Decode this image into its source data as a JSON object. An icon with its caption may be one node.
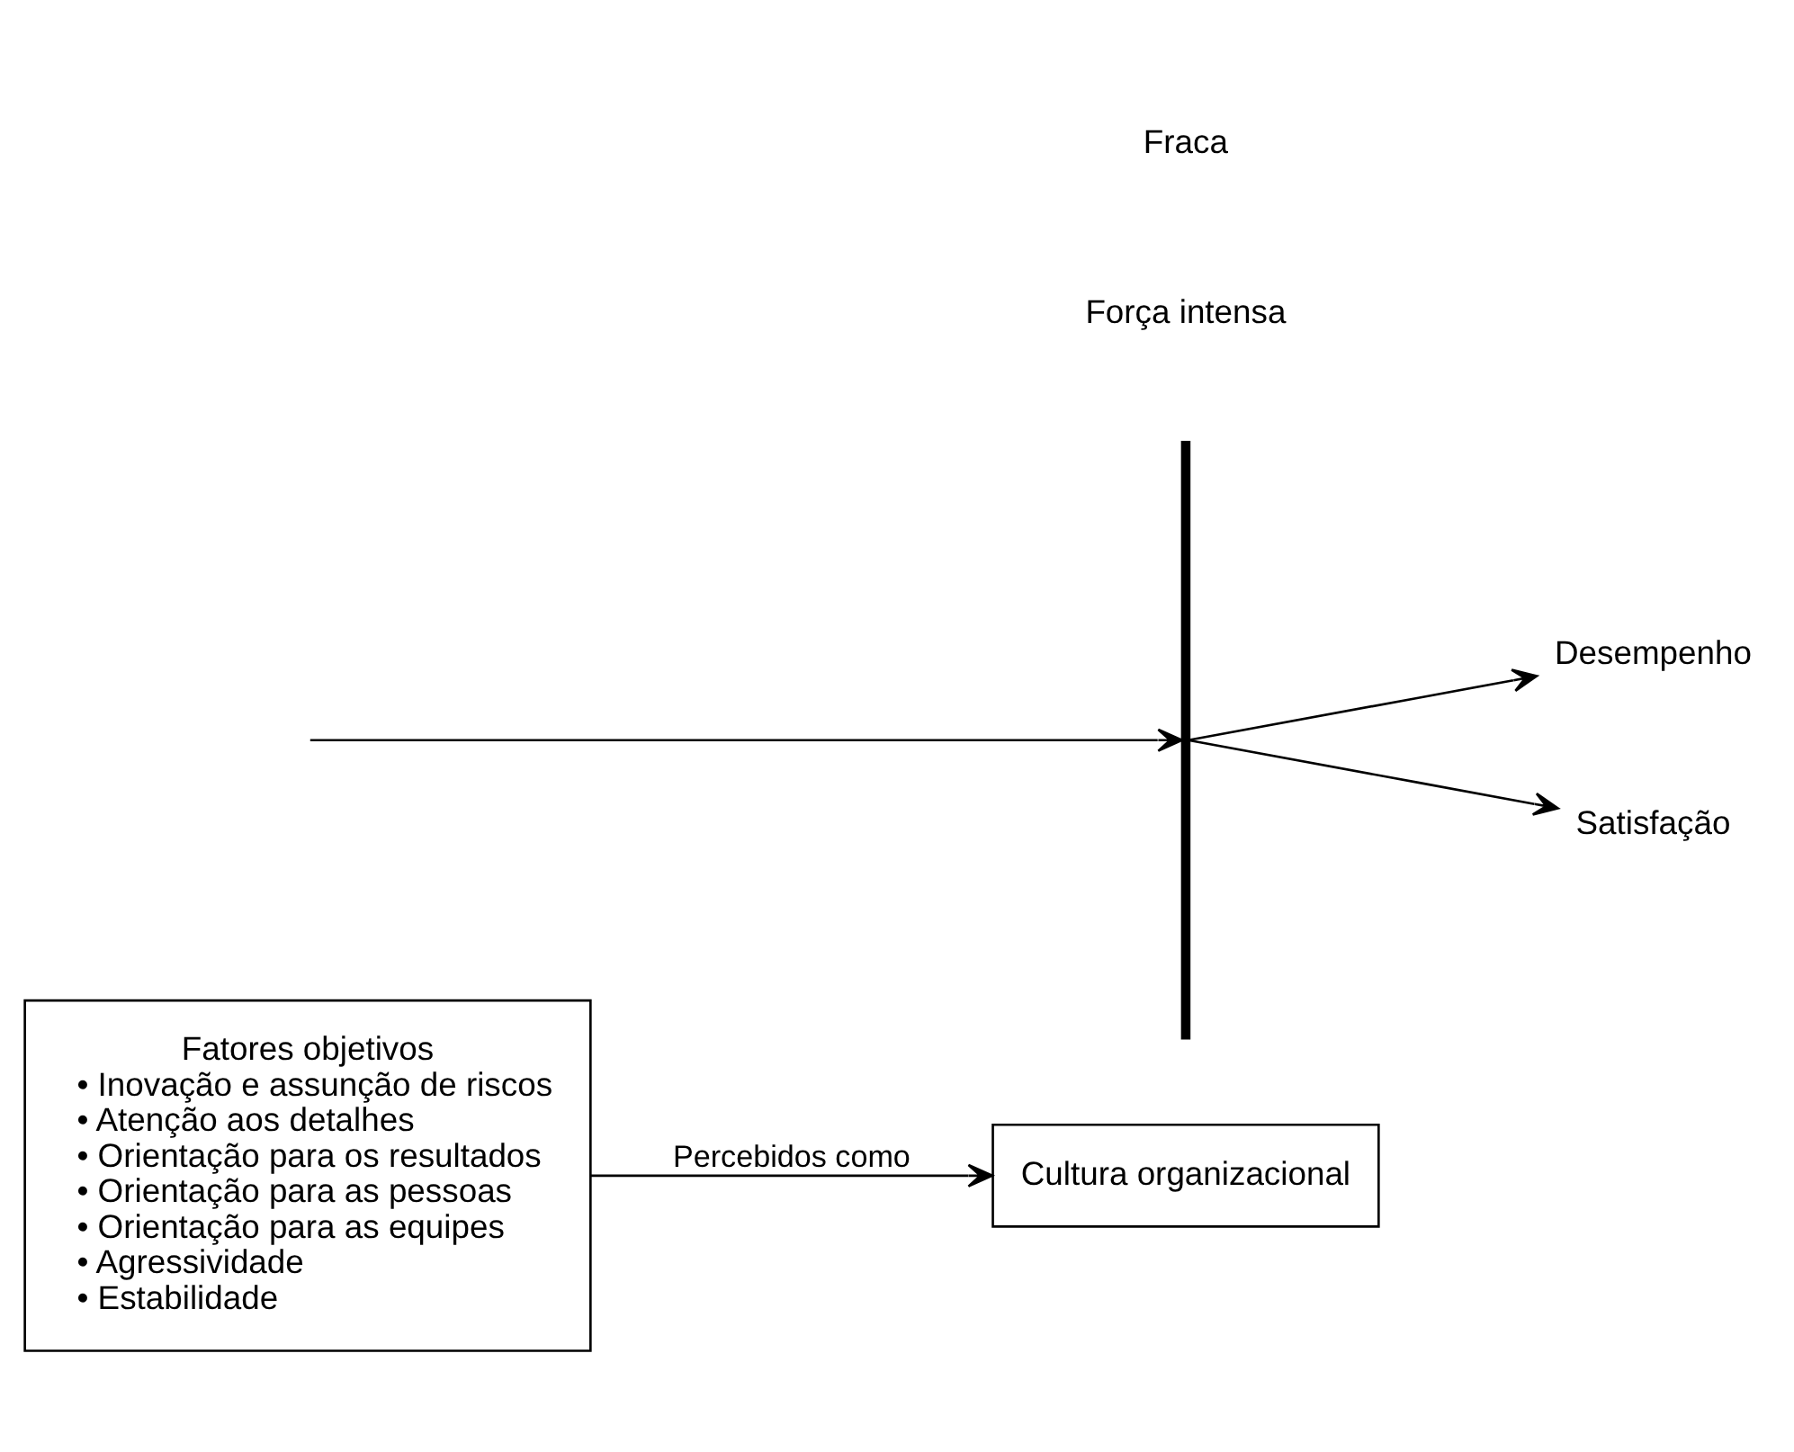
{
  "diagram": {
    "nodes": [
      {
        "text": [
          "Fatores objetivos",
          "• Inovação e assunção de riscos",
          "• Atenção aos detalhes",
          "• Orientação para os resultados",
          "• Orientação para as pessoas",
          "• Orientação para as equipes",
          "• Agressividade",
          "• Estabilidade"
        ]
      },
      {
        "text": [
          "Cultura organizacional"
        ]
      },
      {
        "text": [],
        "shape": "bar"
      },
      {
        "text": [
          "Desempenho"
        ]
      },
      {
        "text": [
          "Satisfação"
        ]
      }
    ],
    "edges": [
      {
        "from": 0,
        "to": 1,
        "arrow": "to",
        "label": "Percebidos como"
      },
      {
        "from": null,
        "to": 2,
        "arrow": "to"
      },
      {
        "from": 2,
        "to": 3,
        "arrow": "to"
      },
      {
        "from": 2,
        "to": 4,
        "arrow": "to"
      }
    ],
    "labels": [
      "Força intensa",
      "Fraca"
    ]
  }
}
